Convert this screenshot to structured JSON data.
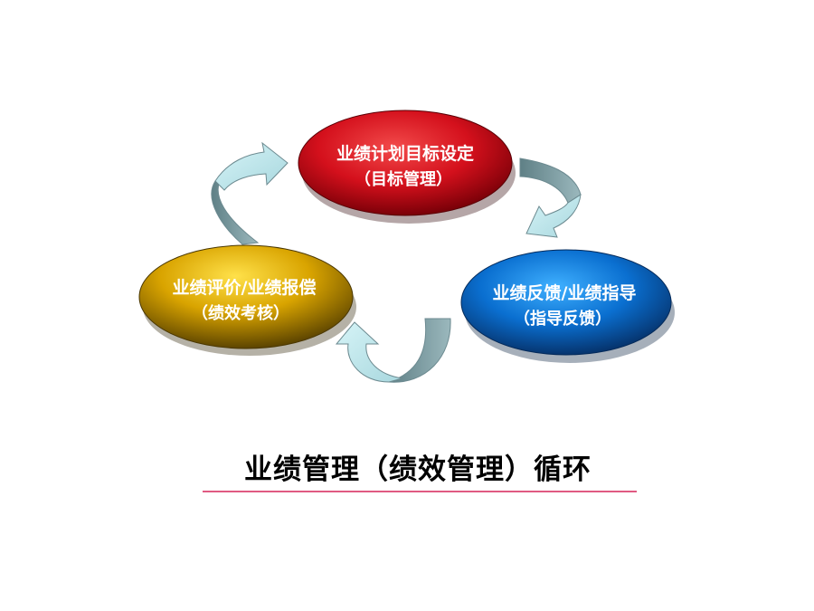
{
  "nodes": {
    "plan": {
      "line1": "业绩计划目标设定",
      "line2": "（目标管理）",
      "color": "#d4101c"
    },
    "feedback": {
      "line1": "业绩反馈/业绩指导",
      "line2": "（指导反馈）",
      "color": "#0a6fd0"
    },
    "evaluation": {
      "line1": "业绩评价/业绩报偿",
      "line2": "（绩效考核）",
      "color": "#d9a400"
    }
  },
  "arrows": {
    "color_light": "#c8eef2",
    "color_dark": "#7a9aa0"
  },
  "caption": {
    "text": "业绩管理（绩效管理）循环",
    "underline_color": "#e05a82"
  }
}
